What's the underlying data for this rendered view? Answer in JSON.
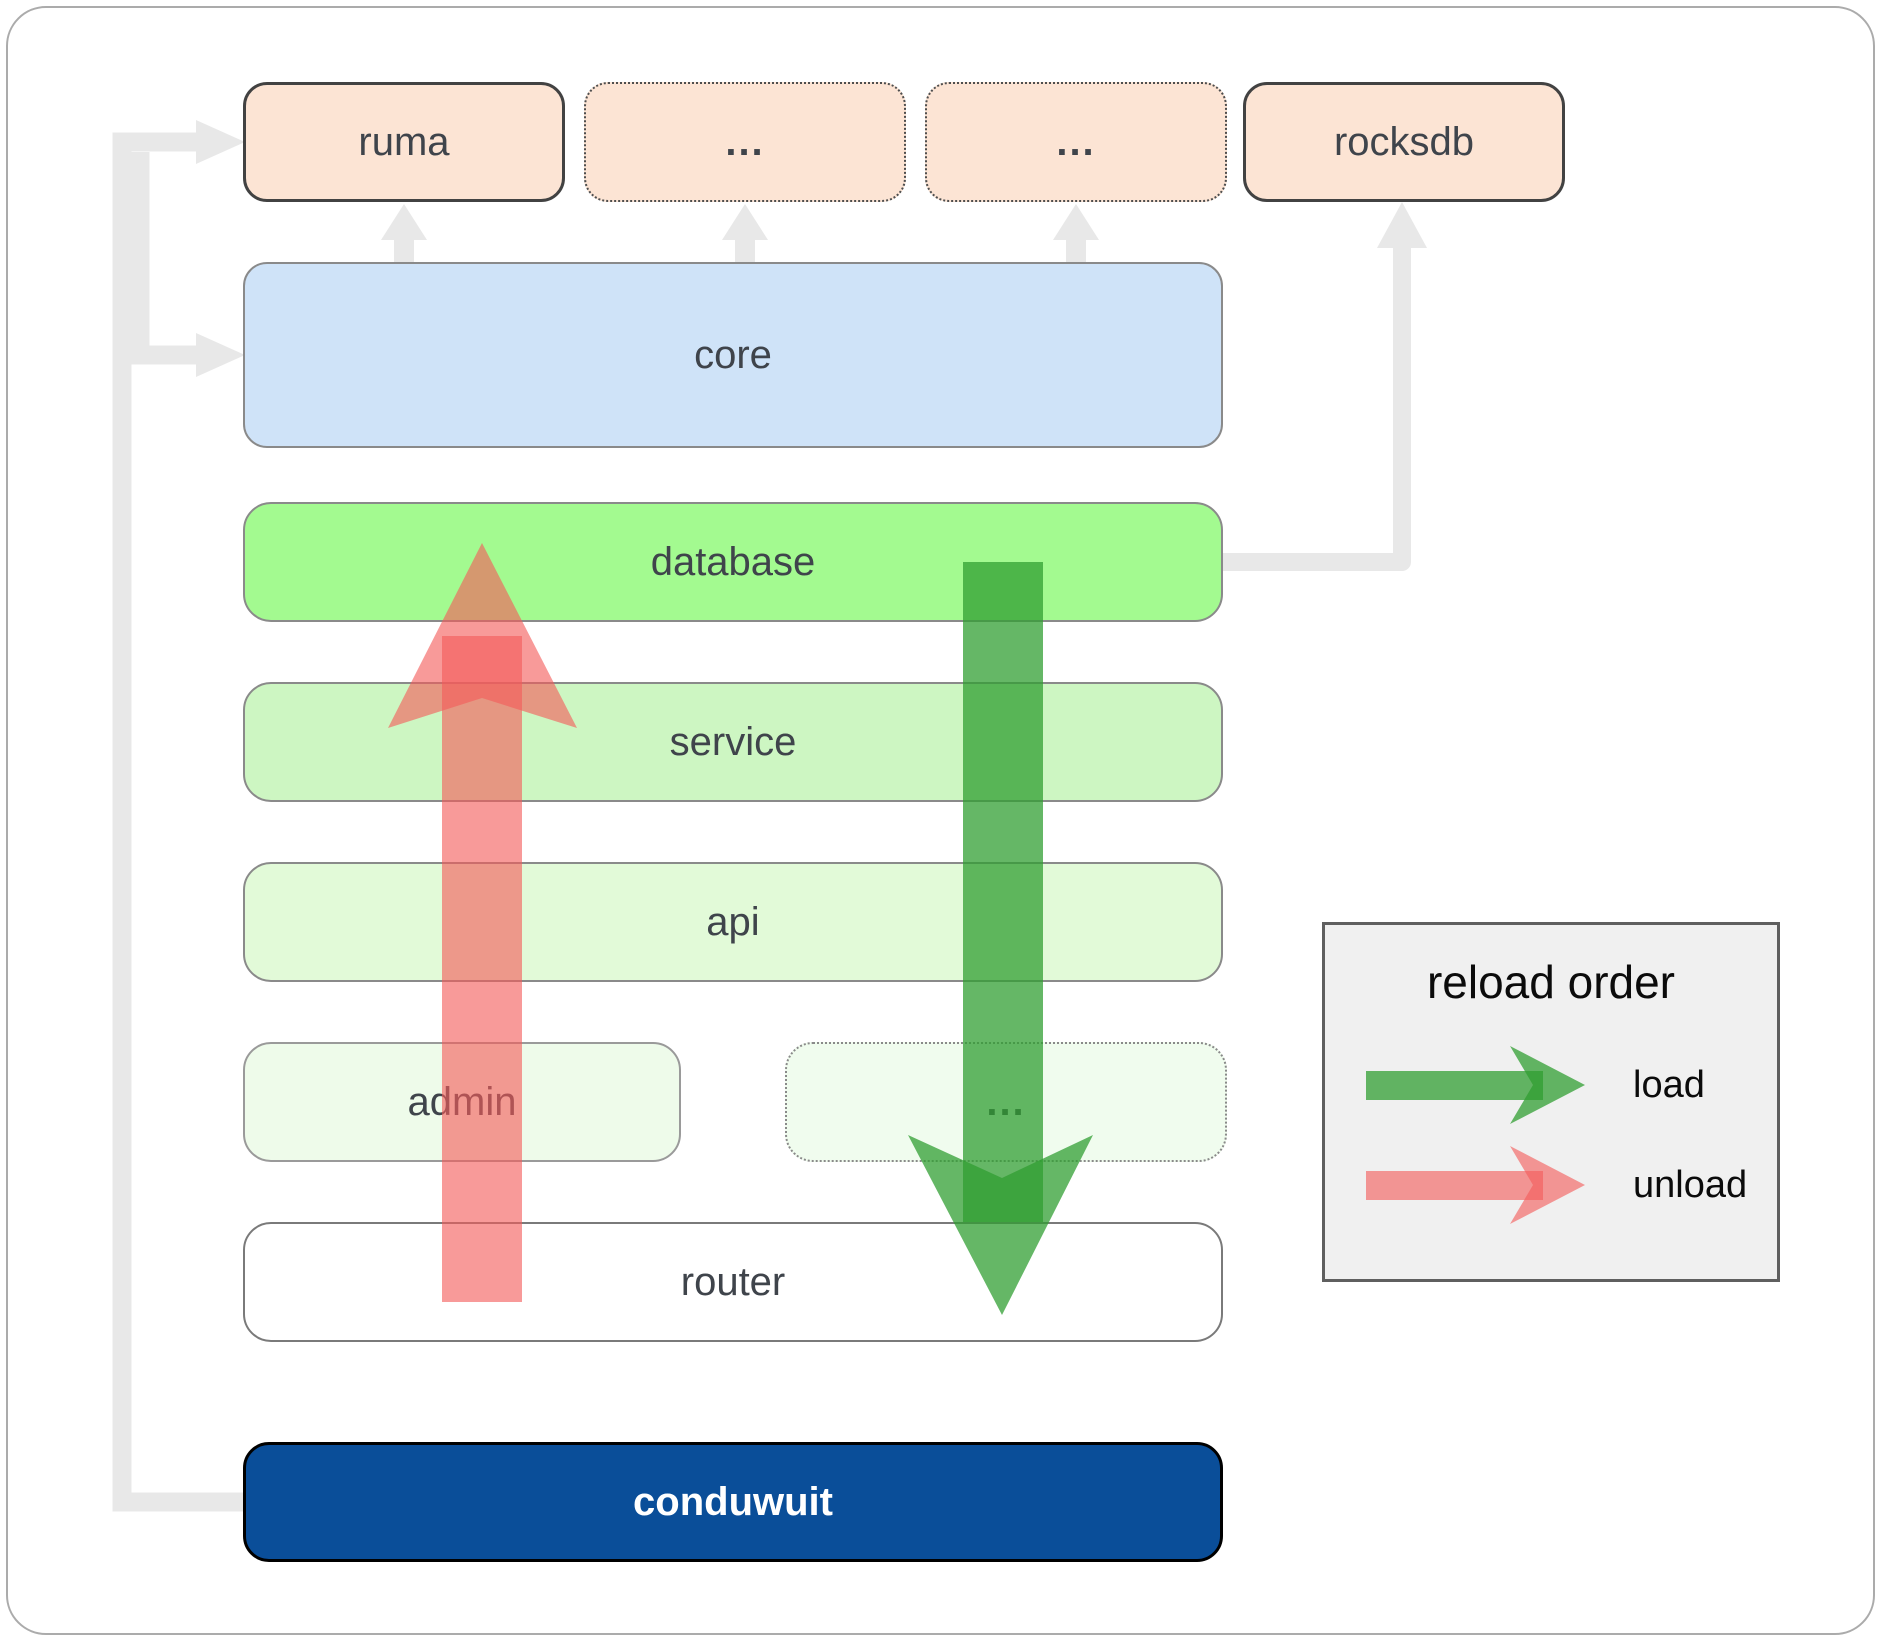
{
  "nodes": {
    "ruma": {
      "label": "ruma",
      "border": "solid"
    },
    "crate_a": {
      "label": "...",
      "border": "dotted"
    },
    "crate_b": {
      "label": "...",
      "border": "dotted"
    },
    "rocksdb": {
      "label": "rocksdb",
      "border": "solid"
    },
    "core": {
      "label": "core"
    },
    "database": {
      "label": "database"
    },
    "service": {
      "label": "service"
    },
    "api": {
      "label": "api"
    },
    "admin": {
      "label": "admin"
    },
    "more_services": {
      "label": "...",
      "border": "dotted"
    },
    "router": {
      "label": "router"
    },
    "conduwuit": {
      "label": "conduwuit"
    }
  },
  "legend": {
    "title": "reload order",
    "items": [
      {
        "label": "load",
        "color": "#2f9e31"
      },
      {
        "label": "unload",
        "color": "#f45c5b"
      }
    ]
  },
  "edges": {
    "gray_connectors": [
      "conduwuit -> ruma",
      "conduwuit -> core",
      "core -> ruma",
      "core -> crate_a",
      "core -> crate_b",
      "database -> rocksdb"
    ],
    "load_arrow": "database -> router (down)",
    "unload_arrow": "router -> database (up)"
  },
  "colors": {
    "connector_gray": "#e8e8e8",
    "load_green": "#2f9e31",
    "unload_red": "#f45c5b",
    "peach_fill": "#fce4d4",
    "peach_border": "#424242",
    "core_fill": "#cfe3f8",
    "database_fill": "#a3fa90",
    "service_fill": "#cdf6c2",
    "api_fill": "#e2fad8",
    "admin_fill": "#eefbea",
    "more_fill": "#f0fcee",
    "router_fill": "#ffffff",
    "conduwuit_fill": "#0a4e99",
    "conduwuit_text": "#ffffff",
    "label_text": "#3f444b",
    "legend_bg": "#f0f0f0",
    "legend_border": "#5f5f5f",
    "legend_text": "#0b0b0b",
    "box_border_gray": "#8a8a8a",
    "figure_border": "#ababab"
  }
}
